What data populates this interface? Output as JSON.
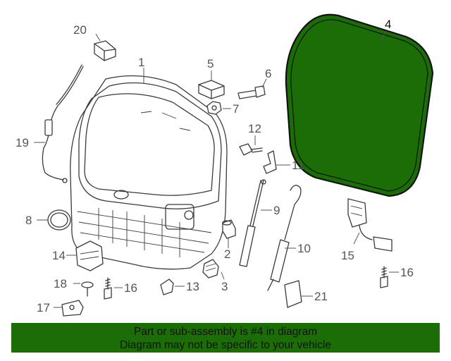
{
  "diagram": {
    "callouts": {
      "c1": "1",
      "c2": "2",
      "c3": "3",
      "c4": "4",
      "c5": "5",
      "c6": "6",
      "c7": "7",
      "c8": "8",
      "c9": "9",
      "c10": "10",
      "c11": "11",
      "c12": "12",
      "c13": "13",
      "c14": "14",
      "c15": "15",
      "c16a": "16",
      "c16b": "16",
      "c17": "17",
      "c18": "18",
      "c19": "19",
      "c20": "20",
      "c21": "21"
    },
    "highlighted_part": "4",
    "highlight_color": "#1b6e05"
  },
  "banner": {
    "line1": "Part or sub-assembly is #4 in diagram",
    "line2": "Diagram may not be specific to your vehicle",
    "background": "#1b6e05"
  }
}
